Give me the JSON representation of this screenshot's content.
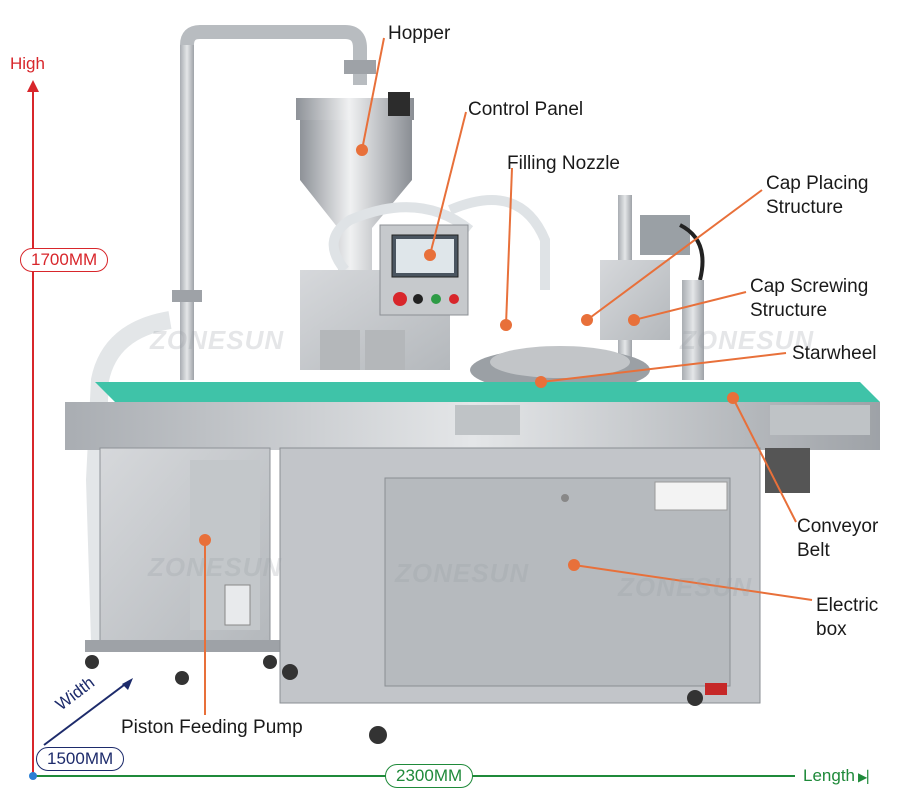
{
  "labels": {
    "hopper": "Hopper",
    "control_panel": "Control Panel",
    "filling_nozzle": "Filling Nozzle",
    "cap_placing_1": "Cap Placing",
    "cap_placing_2": "Structure",
    "cap_screwing_1": "Cap Screwing",
    "cap_screwing_2": "Structure",
    "starwheel": "Starwheel",
    "conveyor_1": "Conveyor",
    "conveyor_2": "Belt",
    "electric_1": "Electric",
    "electric_2": "box",
    "piston_pump": "Piston Feeding Pump"
  },
  "dimensions": {
    "high_label": "High",
    "high_value": "1700MM",
    "width_label": "Width",
    "width_value": "1500MM",
    "length_label": "Length",
    "length_value": "2300MM"
  },
  "watermark": "ZONESUN",
  "colors": {
    "leader": "#e8703a",
    "height_axis": "#d8262b",
    "width_axis": "#1d2b6b",
    "length_axis": "#1f8a3a",
    "conveyor": "#3fc3a8",
    "steel": "#c9ccd0"
  }
}
